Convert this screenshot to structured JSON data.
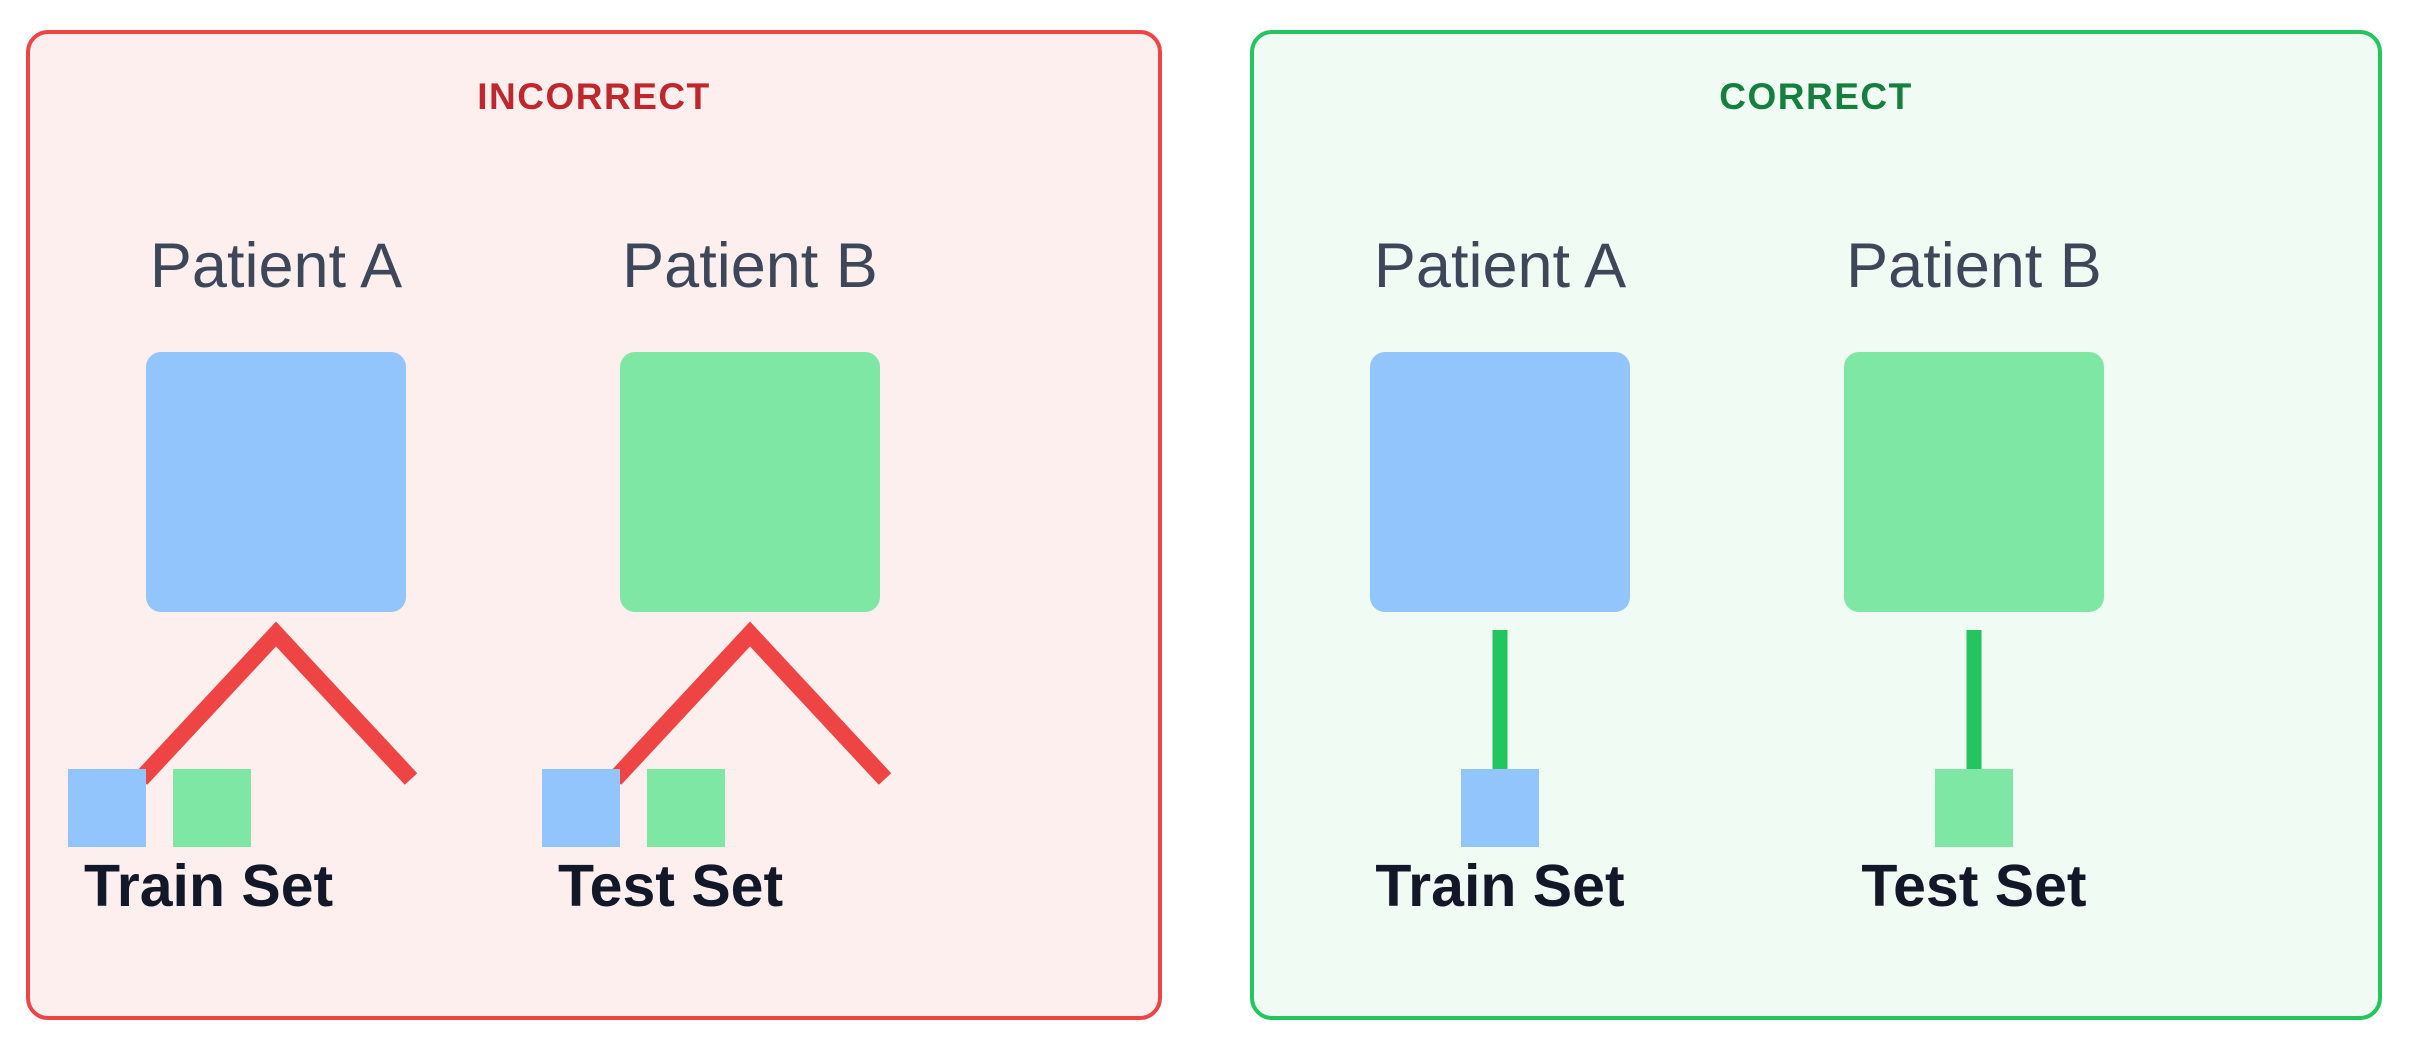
{
  "diagram": {
    "title_semantic": "patient-level-data-splitting-comparison",
    "colors": {
      "incorrect_border": "#EF4444",
      "incorrect_background": "#FDEFEE",
      "incorrect_heading_text": "#C0272D",
      "incorrect_connector": "#EF4444",
      "correct_border": "#22C55E",
      "correct_background": "#EFFBF3",
      "correct_heading_text": "#15803D",
      "correct_connector": "#22C55E",
      "patient_a_box": "#92C5FB",
      "patient_b_box": "#7EE7A3",
      "patient_label_text": "#3D4759",
      "set_label_text": "#131829"
    }
  },
  "panels": [
    {
      "id": "incorrect",
      "heading": "INCORRECT",
      "columns": [
        {
          "patient_label": "Patient A",
          "box_color_name": "blue",
          "set_label": "Train Set",
          "samples": [
            "blue",
            "green"
          ]
        },
        {
          "patient_label": "Patient B",
          "box_color_name": "green",
          "set_label": "Test Set",
          "samples": [
            "blue",
            "green"
          ]
        }
      ]
    },
    {
      "id": "correct",
      "heading": "CORRECT",
      "columns": [
        {
          "patient_label": "Patient A",
          "box_color_name": "blue",
          "set_label": "Train Set",
          "samples": [
            "blue"
          ]
        },
        {
          "patient_label": "Patient B",
          "box_color_name": "green",
          "set_label": "Test Set",
          "samples": [
            "green"
          ]
        }
      ]
    }
  ]
}
